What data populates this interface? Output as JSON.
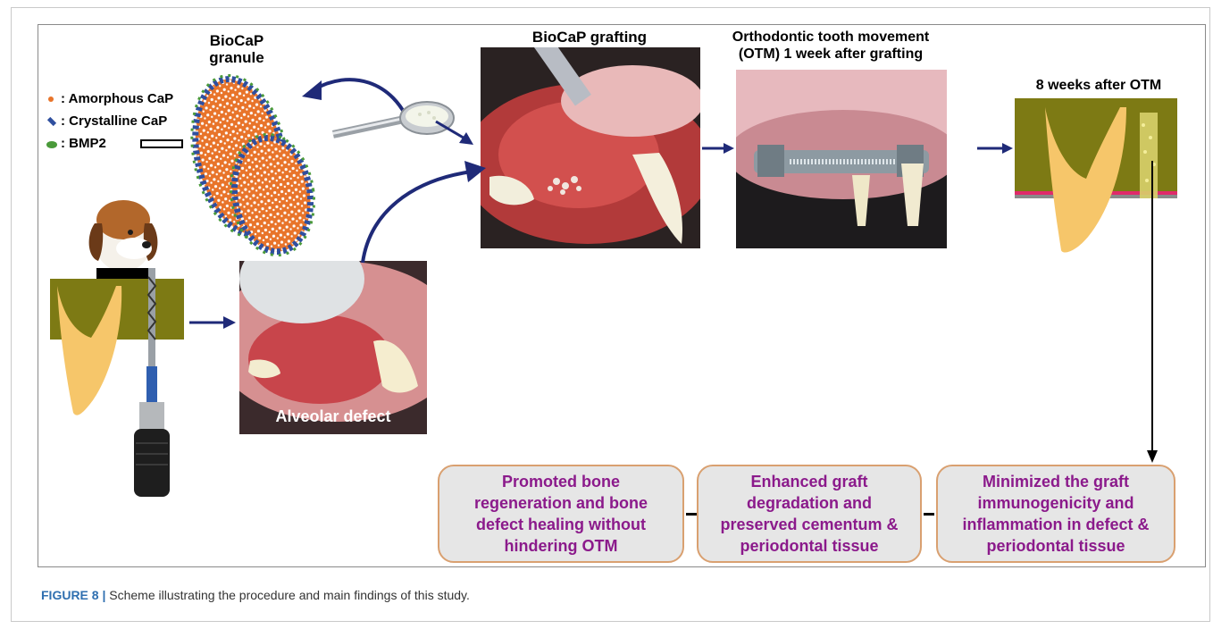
{
  "labels": {
    "granule_line1": "BioCaP",
    "granule_line2": "granule",
    "grafting": "BioCaP grafting",
    "otm_line1": "Orthodontic tooth movement",
    "otm_line2": "(OTM) 1 week after grafting",
    "eight_weeks": "8 weeks after  OTM",
    "alveolar": "Alveolar defect"
  },
  "legend": [
    {
      "text": ": Amorphous CaP",
      "color": "#e8742a"
    },
    {
      "text": ": Crystalline CaP",
      "color": "#2f4f9f"
    },
    {
      "text": ": BMP2",
      "color": "#4a9a3a"
    }
  ],
  "findings": [
    "Promoted bone regeneration and bone defect healing without hindering OTM",
    "Enhanced graft degradation and preserved cementum & periodontal tissue",
    "Minimized the graft immunogenicity and inflammation in defect & periodontal tissue"
  ],
  "caption": {
    "figure_label": "FIGURE 8 |",
    "text": " Scheme illustrating the procedure and main findings of this study."
  },
  "colors": {
    "arrow": "#1f2a78",
    "bone": "#7d7a14",
    "tooth": "#f6c66a",
    "finding_text": "#8b1a8b",
    "finding_border": "#d9a070"
  }
}
